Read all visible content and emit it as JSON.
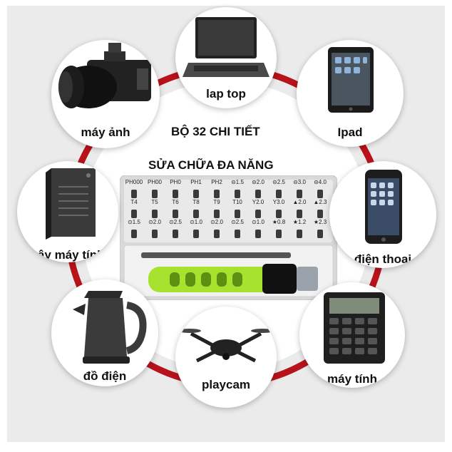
{
  "title": {
    "line1": "BỘ 32 CHI TIẾT",
    "line2": "SỬA CHỮA ĐA NĂNG"
  },
  "devices": {
    "laptop": "lap top",
    "tablet": "Ipad",
    "camera": "máy ảnh",
    "desktop": "cây máy tính",
    "phone": "điện thoại",
    "kettle": "đồ điện",
    "drone": "playcam",
    "calculator": "máy tính"
  },
  "kit": {
    "row1": [
      "PH000",
      "PH00",
      "PH0",
      "PH1",
      "PH2",
      "⊝1.5",
      "⊝2.0",
      "⊝2.5",
      "⊝3.0",
      "⊝4.0"
    ],
    "row2": [
      "T4",
      "T5",
      "T6",
      "T8",
      "T9",
      "T10",
      "Y2.0",
      "Y3.0",
      "▲2.0",
      "▲2.3"
    ],
    "row3": [
      "⊙1.5",
      "⊙2.0",
      "⊙2.5",
      "⊙1.0",
      "⊙2.0",
      "⊙2.5",
      "⊙1.0",
      "★0.8",
      "★1.2",
      "★2.3"
    ]
  },
  "colors": {
    "ring": "#b8121b",
    "handle": "#a6e22e",
    "background": "#ebebeb"
  }
}
